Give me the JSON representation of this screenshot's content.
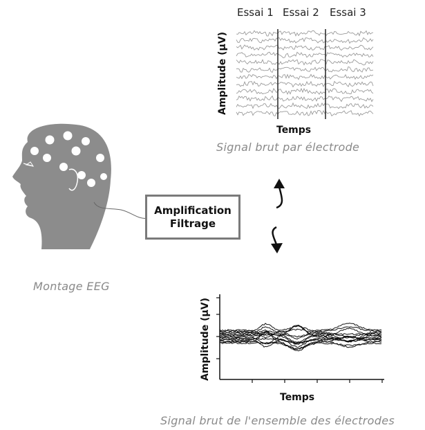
{
  "top_panel": {
    "trials": [
      "Essai 1",
      "Essai 2",
      "Essai 3"
    ],
    "ylabel": "Amplitude (µV)",
    "xlabel": "Temps",
    "caption": "Signal brut par électrode"
  },
  "processing_box": {
    "line1": "Amplification",
    "line2": "Filtrage"
  },
  "head_caption": "Montage EEG",
  "bottom_panel": {
    "ylabel": "Amplitude (µV)",
    "xlabel": "Temps",
    "caption": "Signal brut de l'ensemble des électrodes"
  },
  "icons": [
    "head-icon",
    "arrow-up-icon",
    "arrow-down-icon"
  ],
  "colors": {
    "head_fill": "#8c8c8c",
    "electrode": "#ffffff",
    "box_border": "#7a7a7a",
    "caption": "#8a8a8a"
  }
}
